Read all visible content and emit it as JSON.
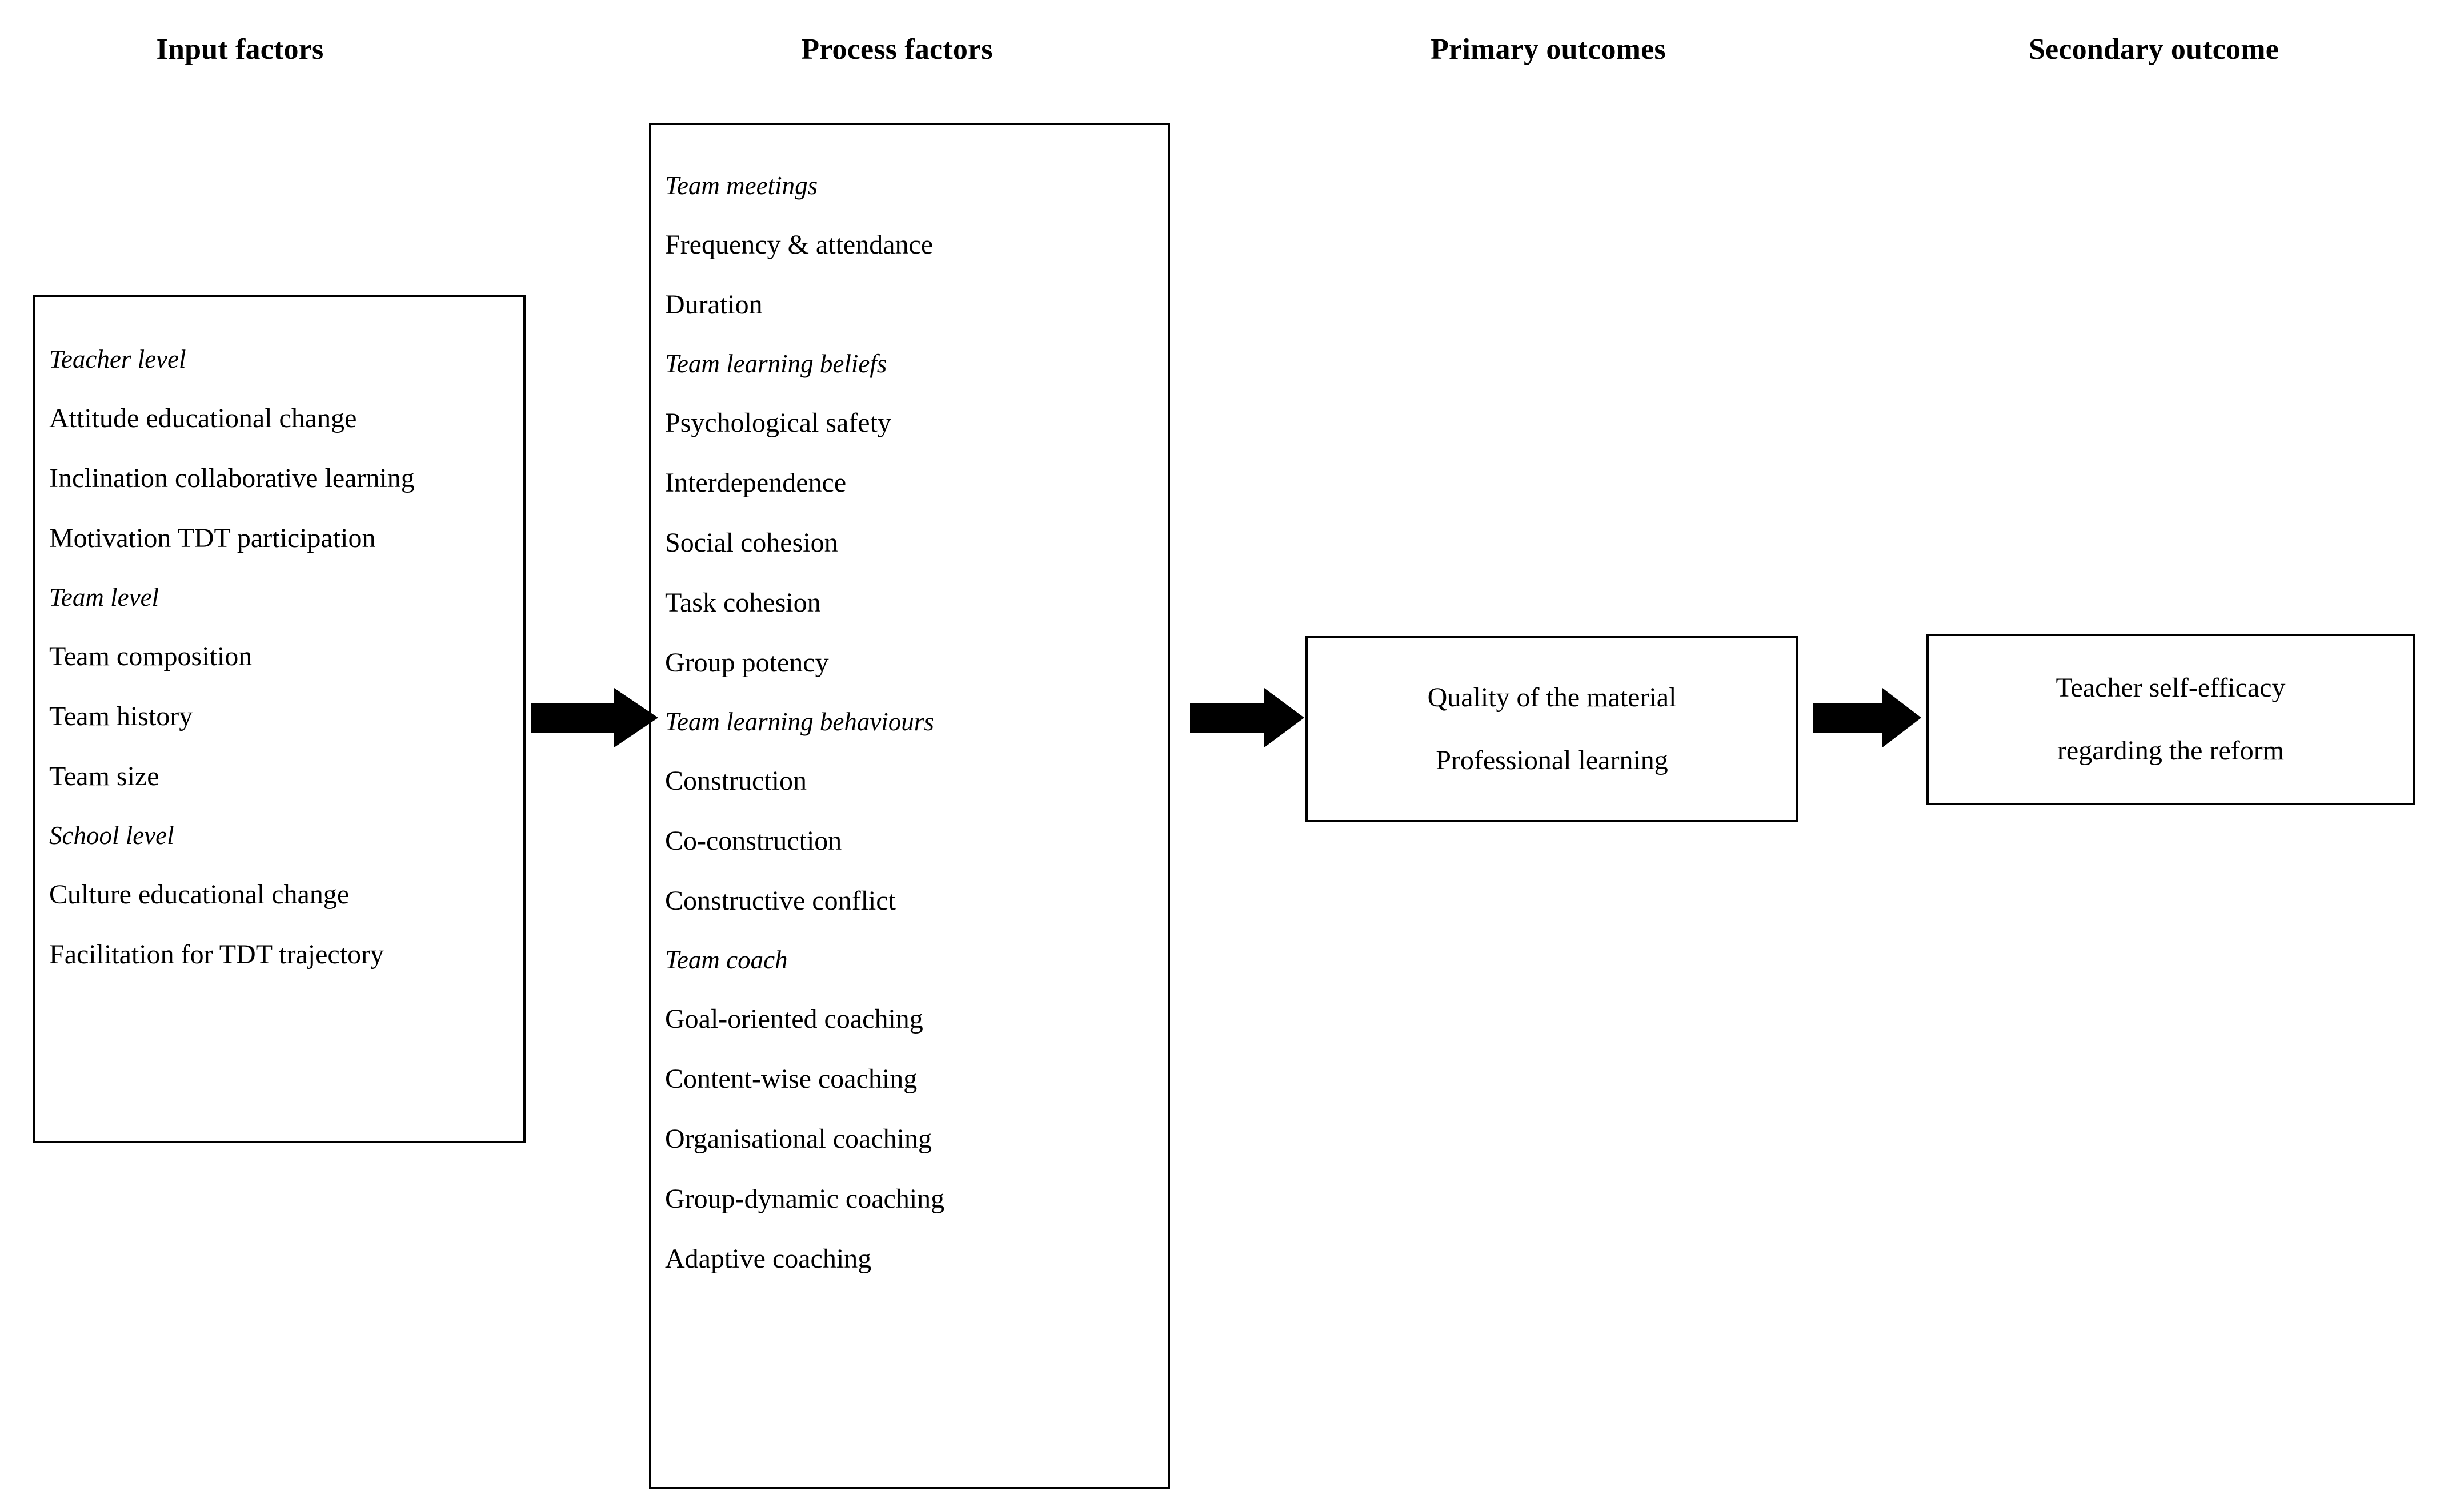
{
  "columns": {
    "input": "Input factors",
    "process": "Process factors",
    "primary": "Primary outcomes",
    "secondary": "Secondary outcome"
  },
  "input_factors": {
    "groups": [
      {
        "heading": "Teacher level",
        "items": [
          "Attitude educational change",
          "Inclination collaborative learning",
          "Motivation TDT participation"
        ]
      },
      {
        "heading": "Team level",
        "items": [
          "Team composition",
          "Team history",
          "Team size"
        ]
      },
      {
        "heading": "School level",
        "items": [
          "Culture educational change",
          "Facilitation for TDT trajectory"
        ]
      }
    ]
  },
  "process_factors": {
    "groups": [
      {
        "heading": "Team meetings",
        "items": [
          "Frequency & attendance",
          "Duration"
        ]
      },
      {
        "heading": "Team learning beliefs",
        "items": [
          "Psychological safety",
          "Interdependence",
          "Social cohesion",
          "Task cohesion",
          "Group potency"
        ]
      },
      {
        "heading": "Team learning behaviours",
        "items": [
          "Construction",
          "Co-construction",
          "Constructive conflict"
        ]
      },
      {
        "heading": "Team coach",
        "items": [
          "Goal-oriented coaching",
          "Content-wise coaching",
          "Organisational coaching",
          "Group-dynamic coaching",
          "Adaptive coaching"
        ]
      }
    ]
  },
  "primary_outcomes": {
    "lines": [
      "Quality of the material",
      "Professional learning"
    ]
  },
  "secondary_outcome": {
    "lines": [
      "Teacher self-efficacy",
      "regarding the reform"
    ]
  },
  "arrows": [
    {
      "name": "input-to-process"
    },
    {
      "name": "process-to-primary"
    },
    {
      "name": "primary-to-secondary"
    }
  ],
  "colors": {
    "stroke": "#000000",
    "arrow_fill": "#000000",
    "background": "#ffffff",
    "text": "#000000"
  }
}
